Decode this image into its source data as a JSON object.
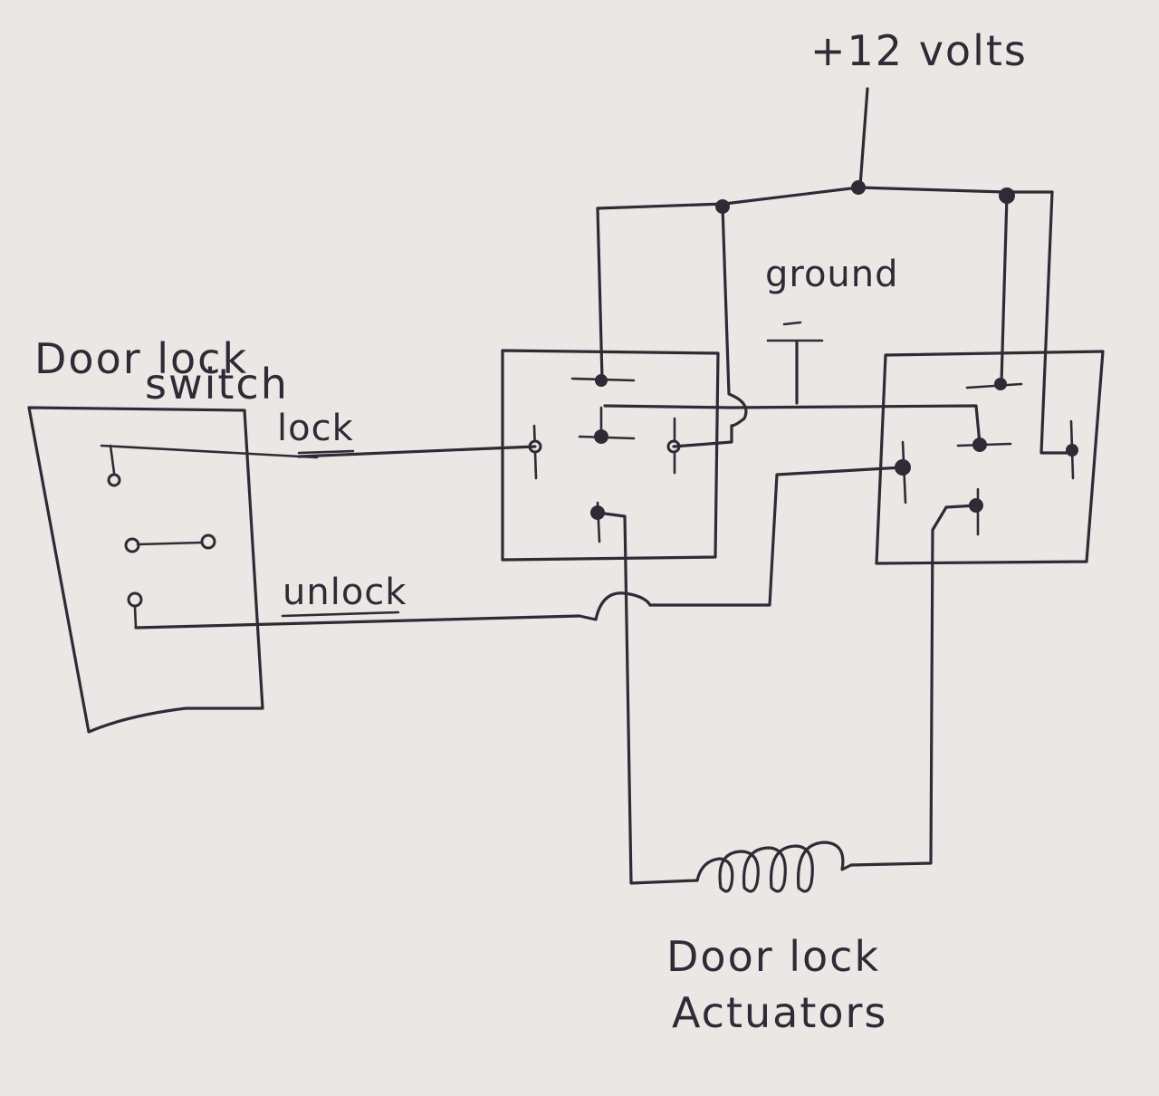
{
  "labels": {
    "supply": "+12 volts",
    "ground": "ground",
    "switch_line1": "Door lock",
    "switch_line2": "switch",
    "lock": "lock",
    "unlock": "unlock",
    "actuator_line1": "Door lock",
    "actuator_line2": "Actuators"
  },
  "colors": {
    "paper": "#e9e8e4",
    "ink": "#2f2b36"
  }
}
